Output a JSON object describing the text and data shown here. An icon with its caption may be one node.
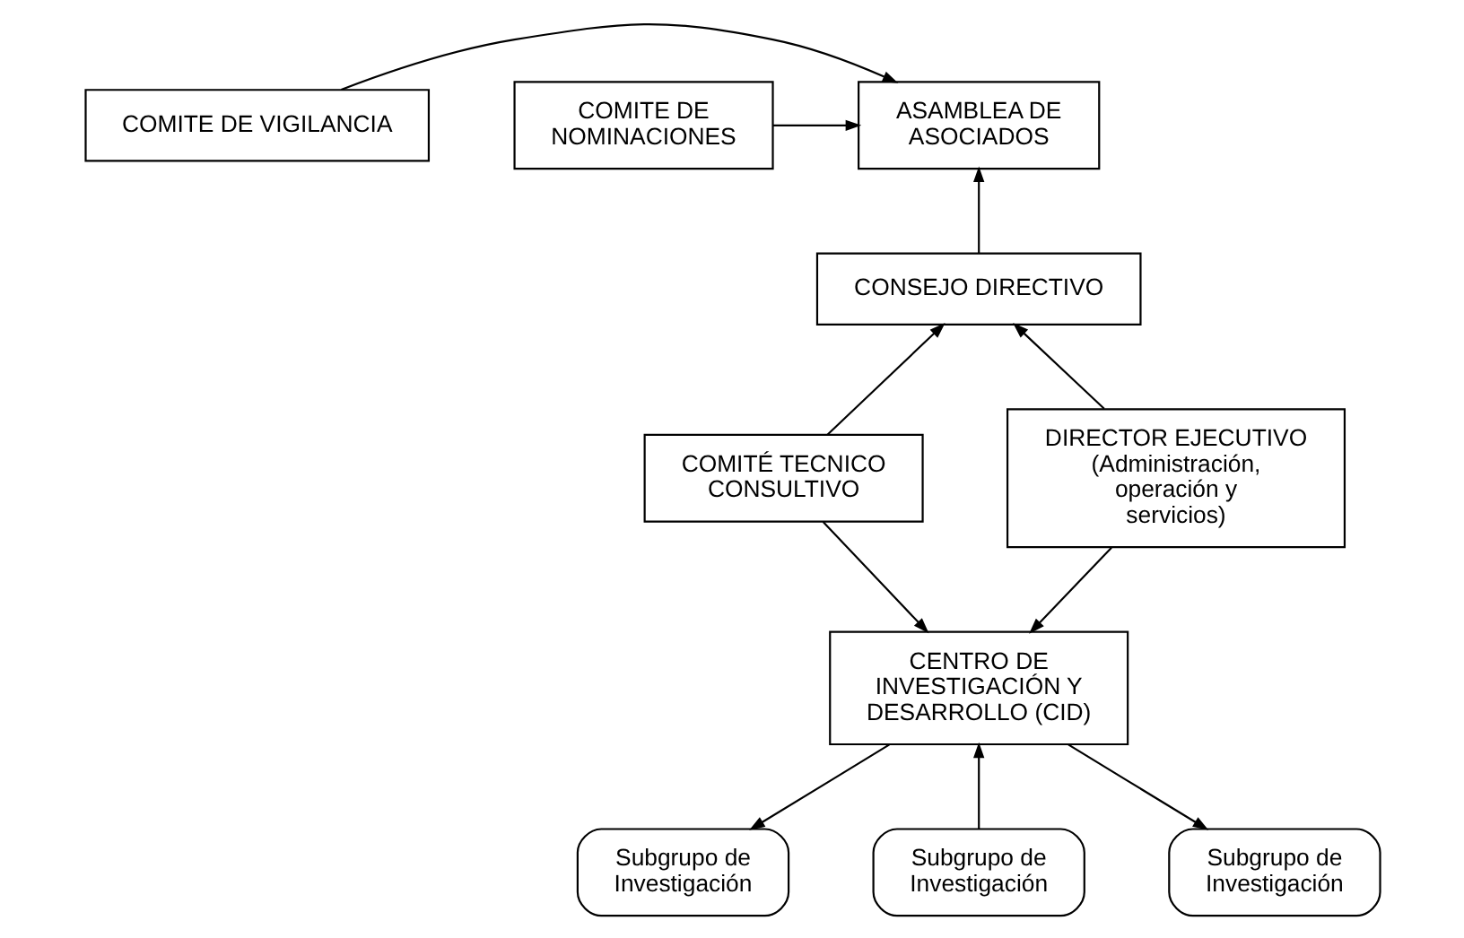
{
  "diagram": {
    "nodes": [
      {
        "text": [
          "COMITE DE VIGILANCIA"
        ]
      },
      {
        "text": [
          "ASAMBLEA DE ASOCIADOS"
        ]
      },
      {
        "text": [
          "COMITE DE NOMINACIONES"
        ]
      },
      {
        "text": [
          "CONSEJO DIRECTIVO"
        ]
      },
      {
        "text": [
          "COMITÉ TECNICO CONSULTIVO"
        ]
      },
      {
        "text": [
          "DIRECTOR EJECUTIVO",
          "(Administración, operación y servicios)"
        ]
      },
      {
        "text": [
          "CENTRO DE INVESTIGACIÓN Y DESARROLLO (CID)"
        ]
      },
      {
        "text": [
          "Subgrupo de Investigación"
        ]
      },
      {
        "text": [
          "Subgrupo de Investigación"
        ]
      },
      {
        "text": [
          "Subgrupo de Investigación"
        ]
      }
    ],
    "edges": [
      {
        "from": 0,
        "to": 1,
        "arrow": "to"
      },
      {
        "from": 2,
        "to": 1,
        "arrow": "to"
      },
      {
        "from": 3,
        "to": 1,
        "arrow": "to"
      },
      {
        "from": 4,
        "to": 3,
        "arrow": "to"
      },
      {
        "from": 5,
        "to": 3,
        "arrow": "to"
      },
      {
        "from": 4,
        "to": 6,
        "arrow": "to"
      },
      {
        "from": 5,
        "to": 6,
        "arrow": "to"
      },
      {
        "from": 8,
        "to": 6,
        "arrow": "to"
      },
      {
        "from": 6,
        "to": 7,
        "arrow": "to"
      },
      {
        "from": 6,
        "to": 9,
        "arrow": "to"
      }
    ]
  }
}
